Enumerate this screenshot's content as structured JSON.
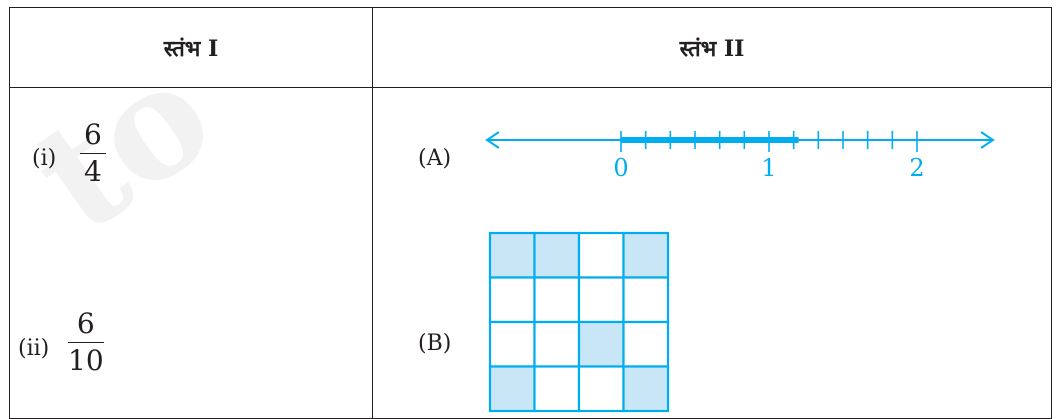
{
  "header": {
    "col1": "स्तंभ I",
    "col2": "स्तंभ II"
  },
  "column1": [
    {
      "label": "(i)",
      "numerator": "6",
      "denominator": "4"
    },
    {
      "label": "(ii)",
      "numerator": "6",
      "denominator": "10"
    }
  ],
  "column2": [
    {
      "label": "(A)",
      "numberline": {
        "tick_labels": [
          "0",
          "1",
          "2"
        ],
        "divisions_per_unit": 6,
        "shaded_from": 0,
        "shaded_to": 1.2
      }
    },
    {
      "label": "(B)",
      "grid": {
        "rows": 4,
        "cols": 4,
        "shaded_cells": [
          [
            0,
            0
          ],
          [
            0,
            1
          ],
          [
            0,
            3
          ],
          [
            2,
            2
          ],
          [
            3,
            0
          ],
          [
            3,
            3
          ]
        ]
      }
    }
  ],
  "colors": {
    "accent": "#00aeef",
    "shade": "#c8e6f5",
    "border": "#231f20"
  }
}
